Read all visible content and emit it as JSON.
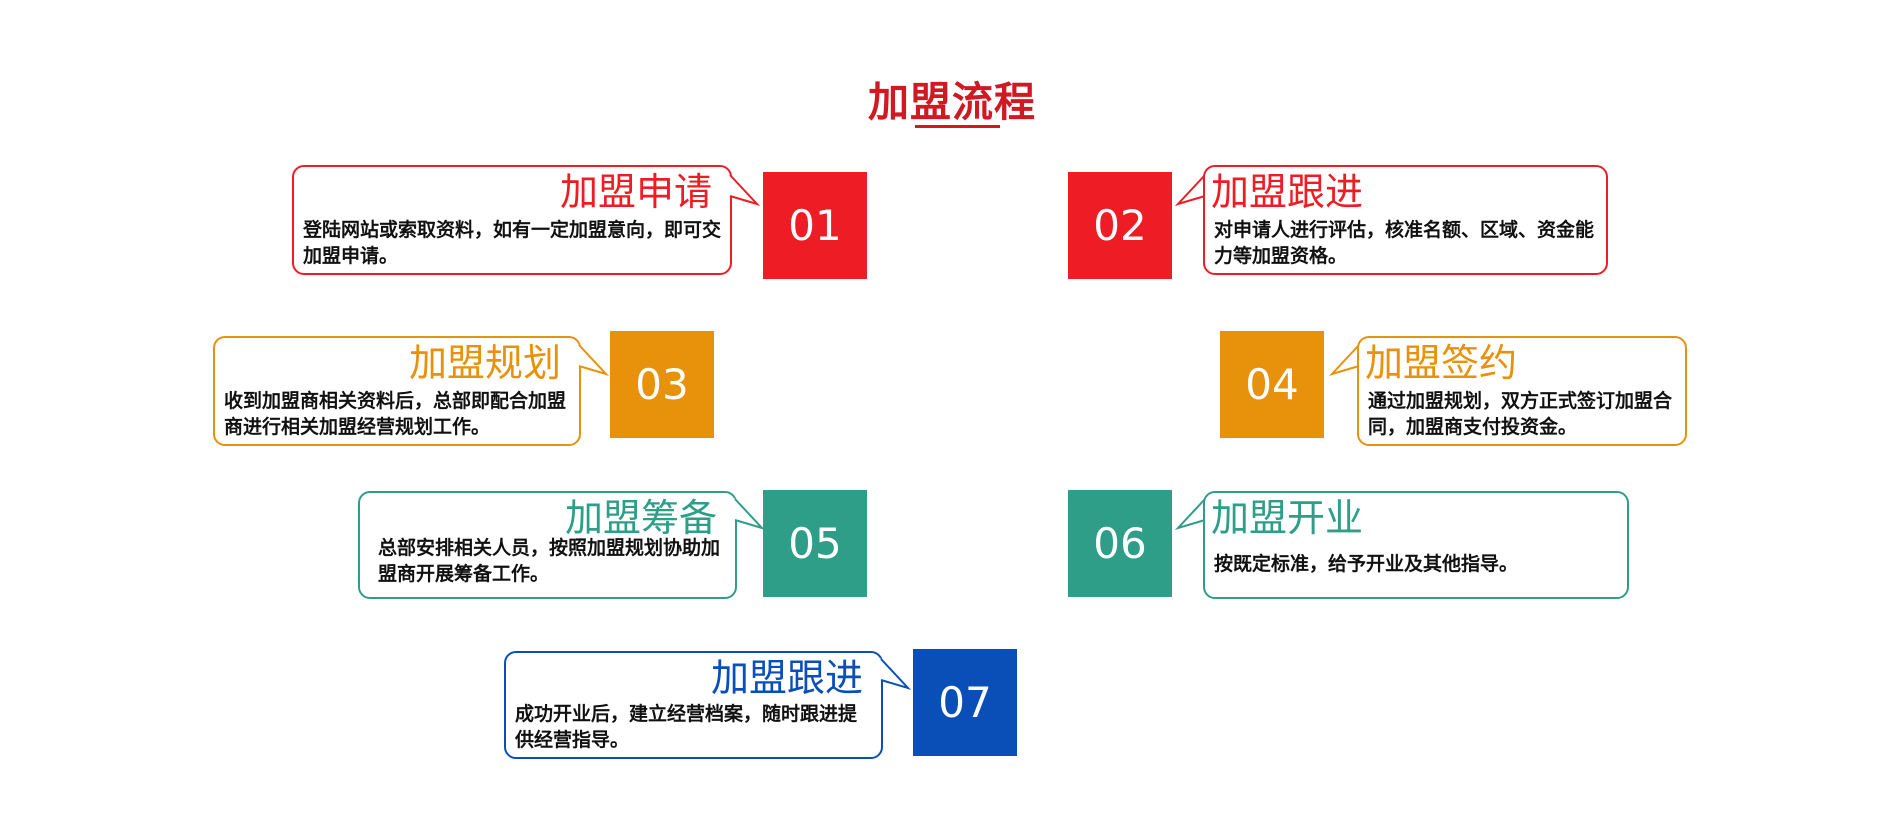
{
  "title": "加盟流程",
  "colors": {
    "title": "#d01922",
    "step1": "#ee1d25",
    "step2": "#ee1d25",
    "step3": "#e8910a",
    "step4": "#e8910a",
    "step5": "#2e9e89",
    "step6": "#2e9e89",
    "step7": "#0a4fb8"
  },
  "steps": [
    {
      "num": "01",
      "heading": "加盟申请",
      "text": "登陆网站或索取资料，如有一定加盟意向，即可交加盟申请。"
    },
    {
      "num": "02",
      "heading": "加盟跟进",
      "text": "对申请人进行评估，核准名额、区域、资金能力等加盟资格。"
    },
    {
      "num": "03",
      "heading": "加盟规划",
      "text": "收到加盟商相关资料后，总部即配合加盟商进行相关加盟经营规划工作。"
    },
    {
      "num": "04",
      "heading": "加盟签约",
      "text": "通过加盟规划，双方正式签订加盟合同，加盟商支付投资金。"
    },
    {
      "num": "05",
      "heading": "加盟筹备",
      "text": "总部安排相关人员，按照加盟规划协助加盟商开展筹备工作。"
    },
    {
      "num": "06",
      "heading": "加盟开业",
      "text": "按既定标准，给予开业及其他指导。"
    },
    {
      "num": "07",
      "heading": "加盟跟进",
      "text": "成功开业后，建立经营档案，随时跟进提供经营指导。"
    }
  ]
}
